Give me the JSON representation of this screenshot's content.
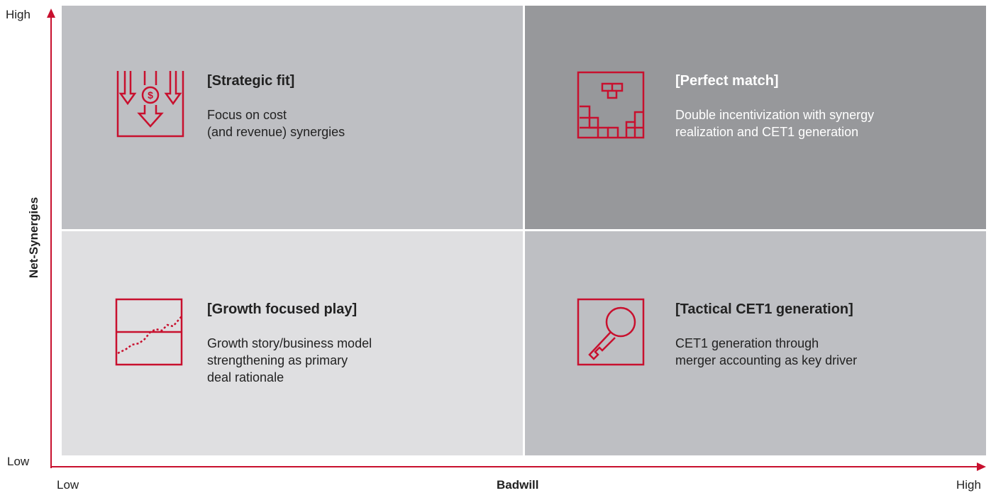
{
  "colors": {
    "accent": "#c8102e"
  },
  "axes": {
    "y": {
      "title": "Net-Synergies",
      "high": "High",
      "low": "Low"
    },
    "x": {
      "title": "Badwill",
      "low": "Low",
      "high": "High"
    }
  },
  "quadrants": {
    "top_left": {
      "icon": "cost-synergy-arrows-icon",
      "title": "[Strategic fit]",
      "lines": [
        "Focus on cost",
        "(and revenue) synergies"
      ]
    },
    "top_right": {
      "icon": "puzzle-blocks-icon",
      "title": "[Perfect match]",
      "lines": [
        "Double incentivization with synergy",
        "realization and CET1 generation"
      ]
    },
    "bottom_left": {
      "icon": "growth-chart-icon",
      "title": "[Growth focused play]",
      "lines": [
        "Growth story/business model",
        "strengthening as primary",
        "deal rationale"
      ]
    },
    "bottom_right": {
      "icon": "key-icon",
      "title": "[Tactical CET1 generation]",
      "lines": [
        "CET1 generation through",
        "merger accounting as key driver"
      ]
    }
  }
}
